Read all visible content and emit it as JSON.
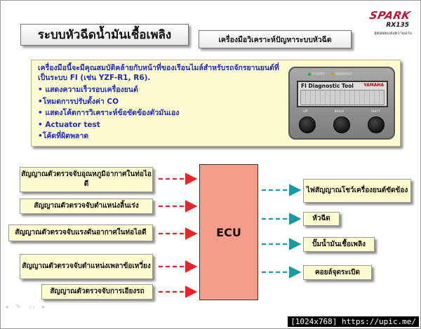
{
  "logo": {
    "brand": "SPARK",
    "model": "RX135",
    "tagline": "สุดยอดแห่งความแรง"
  },
  "slide": {
    "title": "ระบบหัวฉีดน้ำมันเชื้อเพลิง",
    "subtitle": "เครื่องมือวิเคราะห์ปัญหาระบบหัวฉีด"
  },
  "description": {
    "intro": "เครื่องมือนี้จะมีคุณสมบัติคล้ายกับหน้าที่ของเรือนไมล์สำหรับรถจักรยานยนต์ที่เป็นระบบ FI (เช่น YZF-R1, R6).",
    "features": [
      "• แสดงความเร็วรอบเครื่องยนต์",
      "•โหมดการปรับตั้งค่า CO",
      "• แสดงโค้ดการวิเคราะห์ข้อขัดข้องตัวมันเอง",
      "• Actuator test",
      "•โค้ดที่ผิดพลาด"
    ]
  },
  "tool": {
    "name": "FI Diagnostic Tool",
    "brand": "YAMAHA",
    "led_power": "POWER",
    "led_warning": "WARNING",
    "button_labels": [
      "UP",
      "MODE",
      "SHIFT"
    ]
  },
  "inputs": [
    "สัญญาณตัวตรวจจับอุณหภูมิอากาศในท่อไอดี",
    "สัญญาณตัวตรวจจับตำแหน่งลิ้นเร่ง",
    "สัญญาณตัวตรวจจับแรงดันอากาศในท่อไอดี",
    "สัญญาณตัวตรวจจับตำแหน่งเพลาข้อเหวี่ยง",
    "สัญญาณตัวตรวจจับการเอียงรถ"
  ],
  "ecu": {
    "label": "ECU"
  },
  "outputs": [
    "ไฟสัญญาณโชว์เครื่องยนต์ขัดข้อง",
    "หัวฉีด",
    "ปั๊มน้ำมันเชื้อเพลิง",
    "คอยล์จุดระเบิด"
  ],
  "colors": {
    "input_arrow": "#e8262a",
    "output_arrow": "#1a9aa0",
    "desc_text": "#1e28d0",
    "ecu_fill": "#f59d8a",
    "box_fill": "#fdfdd0"
  },
  "watermark": "[1024x768] https://upic.me/"
}
